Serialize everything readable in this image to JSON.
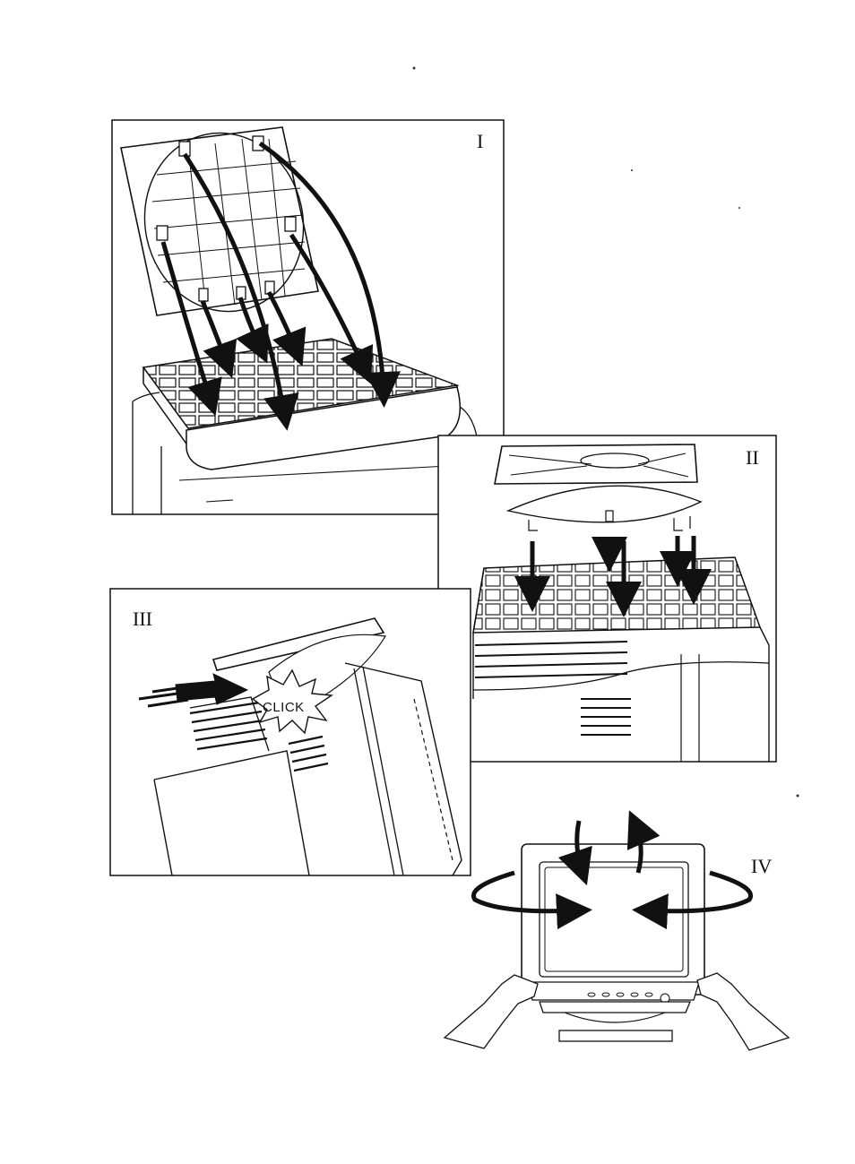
{
  "panels": [
    {
      "id": "I",
      "label": "I"
    },
    {
      "id": "II",
      "label": "II"
    },
    {
      "id": "III",
      "label": "III"
    },
    {
      "id": "IV",
      "label": "IV"
    }
  ],
  "callouts": {
    "click": "CLICK"
  },
  "colors": {
    "ink": "#111111",
    "paper": "#ffffff",
    "light_fill": "#f2f2f2"
  }
}
